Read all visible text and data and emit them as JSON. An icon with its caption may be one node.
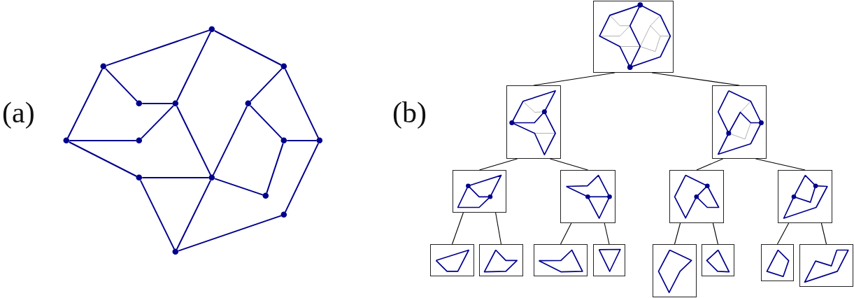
{
  "diagram": {
    "nodes": [
      {
        "text": [],
        "shape": "circle"
      },
      {
        "text": [],
        "shape": "circle"
      },
      {
        "text": [],
        "shape": "circle"
      },
      {
        "text": [],
        "shape": "circle"
      },
      {
        "text": [],
        "shape": "circle"
      },
      {
        "text": [],
        "shape": "circle"
      },
      {
        "text": [],
        "shape": "circle"
      },
      {
        "text": [],
        "shape": "circle"
      },
      {
        "text": [],
        "shape": "circle"
      },
      {
        "text": [],
        "shape": "circle"
      },
      {
        "text": [],
        "shape": "circle"
      },
      {
        "text": [],
        "shape": "circle"
      },
      {
        "text": [],
        "shape": "circle"
      },
      {
        "text": [],
        "shape": "circle"
      },
      {
        "text": [],
        "shape": "circle"
      },
      {
        "text": [],
        "shape": "picture"
      },
      {
        "text": [],
        "shape": "picture"
      },
      {
        "text": [],
        "shape": "picture"
      },
      {
        "text": [],
        "shape": "picture"
      },
      {
        "text": [],
        "shape": "picture"
      },
      {
        "text": [],
        "shape": "picture"
      },
      {
        "text": [],
        "shape": "picture"
      },
      {
        "text": [],
        "shape": "picture"
      },
      {
        "text": [],
        "shape": "picture"
      },
      {
        "text": [],
        "shape": "picture"
      },
      {
        "text": [],
        "shape": "picture"
      },
      {
        "text": [],
        "shape": "picture"
      },
      {
        "text": [],
        "shape": "picture"
      },
      {
        "text": [],
        "shape": "picture"
      },
      {
        "text": [],
        "shape": "picture"
      }
    ],
    "edges": [
      {
        "from": 0,
        "to": 1,
        "arrow": "none"
      },
      {
        "from": 0,
        "to": 2,
        "arrow": "none"
      },
      {
        "from": 0,
        "to": 4,
        "arrow": "none"
      },
      {
        "from": 1,
        "to": 3,
        "arrow": "none"
      },
      {
        "from": 1,
        "to": 6,
        "arrow": "none"
      },
      {
        "from": 2,
        "to": 5,
        "arrow": "none"
      },
      {
        "from": 2,
        "to": 9,
        "arrow": "none"
      },
      {
        "from": 3,
        "to": 4,
        "arrow": "none"
      },
      {
        "from": 4,
        "to": 7,
        "arrow": "none"
      },
      {
        "from": 4,
        "to": 11,
        "arrow": "none"
      },
      {
        "from": 5,
        "to": 8,
        "arrow": "none"
      },
      {
        "from": 5,
        "to": 11,
        "arrow": "none"
      },
      {
        "from": 6,
        "to": 7,
        "arrow": "none"
      },
      {
        "from": 6,
        "to": 10,
        "arrow": "none"
      },
      {
        "from": 8,
        "to": 9,
        "arrow": "none"
      },
      {
        "from": 8,
        "to": 12,
        "arrow": "none"
      },
      {
        "from": 9,
        "to": 13,
        "arrow": "none"
      },
      {
        "from": 10,
        "to": 11,
        "arrow": "none"
      },
      {
        "from": 10,
        "to": 14,
        "arrow": "none"
      },
      {
        "from": 11,
        "to": 12,
        "arrow": "none"
      },
      {
        "from": 11,
        "to": 14,
        "arrow": "none"
      },
      {
        "from": 13,
        "to": 14,
        "arrow": "none"
      },
      {
        "from": 15,
        "to": 16,
        "arrow": "none",
        "color": "#000000"
      },
      {
        "from": 15,
        "to": 17,
        "arrow": "none",
        "color": "#000000"
      },
      {
        "from": 16,
        "to": 18,
        "arrow": "none",
        "color": "#000000"
      },
      {
        "from": 16,
        "to": 19,
        "arrow": "none",
        "color": "#000000"
      },
      {
        "from": 17,
        "to": 20,
        "arrow": "none",
        "color": "#000000"
      },
      {
        "from": 17,
        "to": 21,
        "arrow": "none",
        "color": "#000000"
      },
      {
        "from": 18,
        "to": 22,
        "arrow": "none",
        "color": "#000000"
      },
      {
        "from": 18,
        "to": 23,
        "arrow": "none",
        "color": "#000000"
      },
      {
        "from": 19,
        "to": 24,
        "arrow": "none",
        "color": "#000000"
      },
      {
        "from": 19,
        "to": 25,
        "arrow": "none",
        "color": "#000000"
      },
      {
        "from": 20,
        "to": 26,
        "arrow": "none",
        "color": "#000000"
      },
      {
        "from": 20,
        "to": 27,
        "arrow": "none",
        "color": "#000000"
      },
      {
        "from": 21,
        "to": 28,
        "arrow": "none",
        "color": "#000000"
      },
      {
        "from": 21,
        "to": 29,
        "arrow": "none",
        "color": "#000000"
      }
    ],
    "labels": [
      "(a)",
      "(b)"
    ]
  }
}
